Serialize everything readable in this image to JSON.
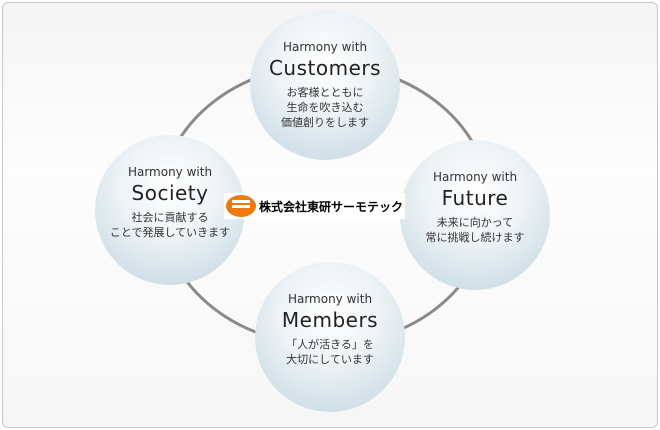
{
  "logo": {
    "text": "株式会社東研サーモテック"
  },
  "circles": [
    {
      "prefix": "Harmony with",
      "title": "Customers",
      "lines": [
        "お客様とともに",
        "生命を吹き込む",
        "価値創りをします"
      ]
    },
    {
      "prefix": "Harmony with",
      "title": "Society",
      "lines": [
        "社会に貢献する",
        "ことで発展していきます"
      ]
    },
    {
      "prefix": "Harmony with",
      "title": "Future",
      "lines": [
        "未来に向かって",
        "常に挑戦し続けます"
      ]
    },
    {
      "prefix": "Harmony with",
      "title": "Members",
      "lines": [
        "「人が活きる」を",
        "大切にしています"
      ]
    }
  ]
}
